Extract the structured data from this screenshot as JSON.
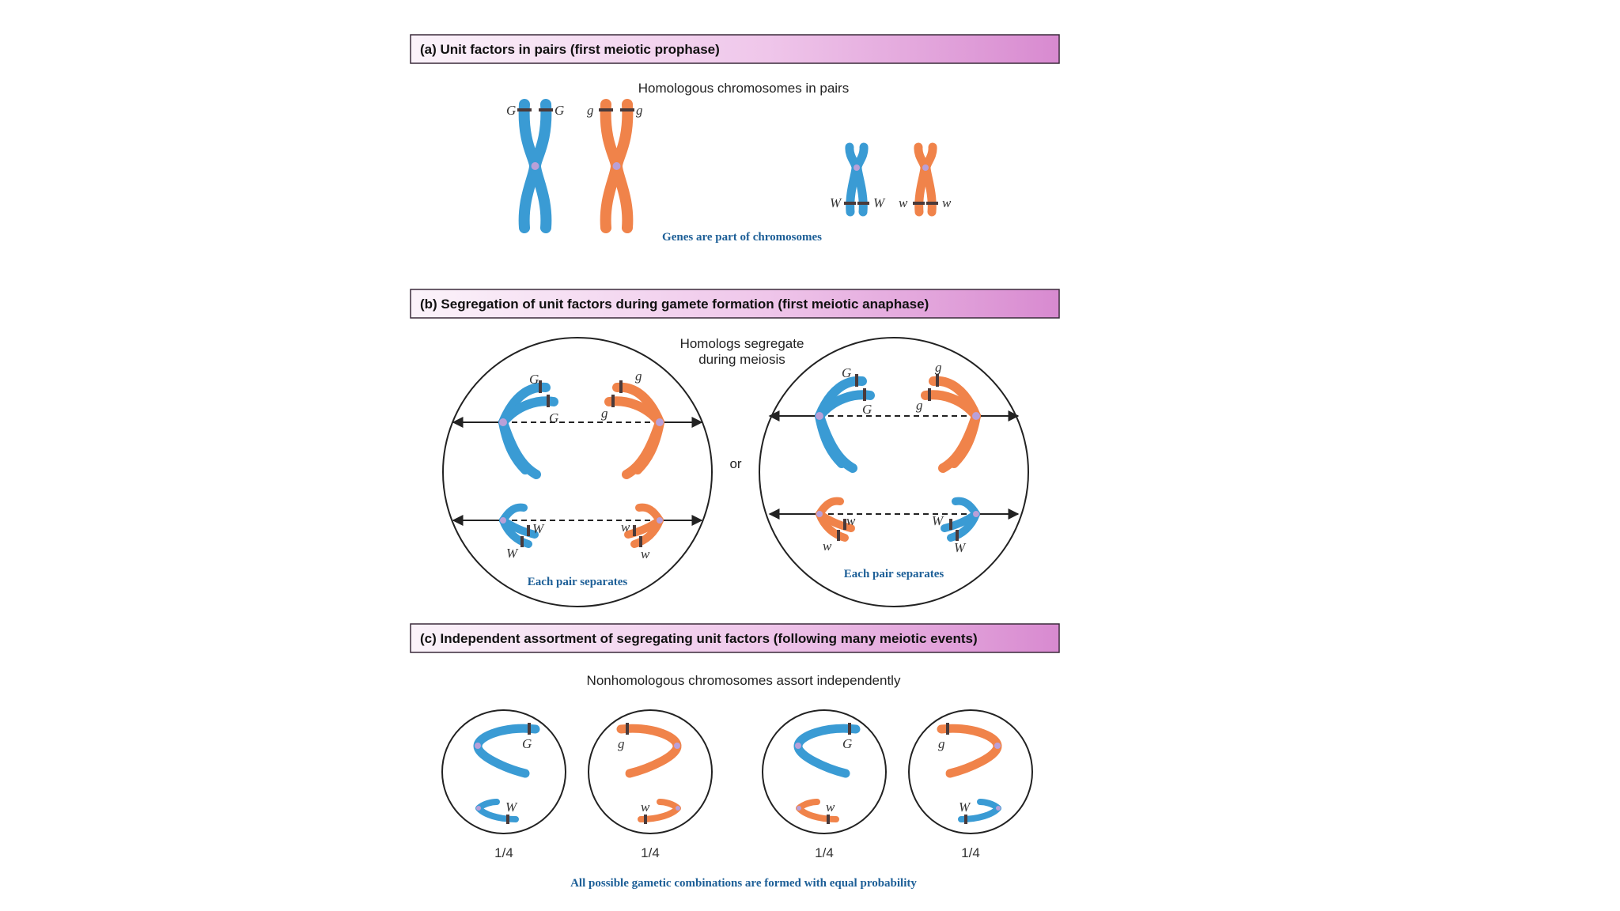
{
  "colors": {
    "blue_chromosome": "#3a9bd4",
    "orange_chromosome": "#f0834a",
    "header_gradient_start": "#fbf3fa",
    "header_gradient_end": "#d88ad0",
    "caption_blue": "#1d5f97"
  },
  "panel_a": {
    "header": "(a) Unit factors in pairs (first meiotic prophase)",
    "subtitle": "Homologous chromosomes in pairs",
    "caption": "Genes are part of chromosomes",
    "genes": {
      "G1": "G",
      "G2": "G",
      "g1": "g",
      "g2": "g",
      "W1": "W",
      "W2": "W",
      "w1": "w",
      "w2": "w"
    }
  },
  "panel_b": {
    "header": "(b) Segregation of unit factors during gamete formation (first meiotic anaphase)",
    "subtitle_line1": "Homologs segregate",
    "subtitle_line2": "during meiosis",
    "or_label": "or",
    "left_caption": "Each pair separates",
    "right_caption": "Each pair separates",
    "left_genes": {
      "G1": "G",
      "G2": "G",
      "g1": "g",
      "g2": "g",
      "W1": "W",
      "W2": "W",
      "w1": "w",
      "w2": "w"
    },
    "right_genes": {
      "G1": "G",
      "G2": "G",
      "g1": "g",
      "g2": "g",
      "w1": "w",
      "w2": "w",
      "W1": "W",
      "W2": "W"
    }
  },
  "panel_c": {
    "header": "(c) Independent assortment of segregating unit factors (following many meiotic events)",
    "subtitle": "Nonhomologous chromosomes assort independently",
    "gametes": [
      {
        "large_gene": "G",
        "small_gene": "W",
        "fraction": "1/4"
      },
      {
        "large_gene": "g",
        "small_gene": "w",
        "fraction": "1/4"
      },
      {
        "large_gene": "G",
        "small_gene": "w",
        "fraction": "1/4"
      },
      {
        "large_gene": "g",
        "small_gene": "W",
        "fraction": "1/4"
      }
    ],
    "caption": "All possible gametic combinations are formed with equal probability"
  }
}
